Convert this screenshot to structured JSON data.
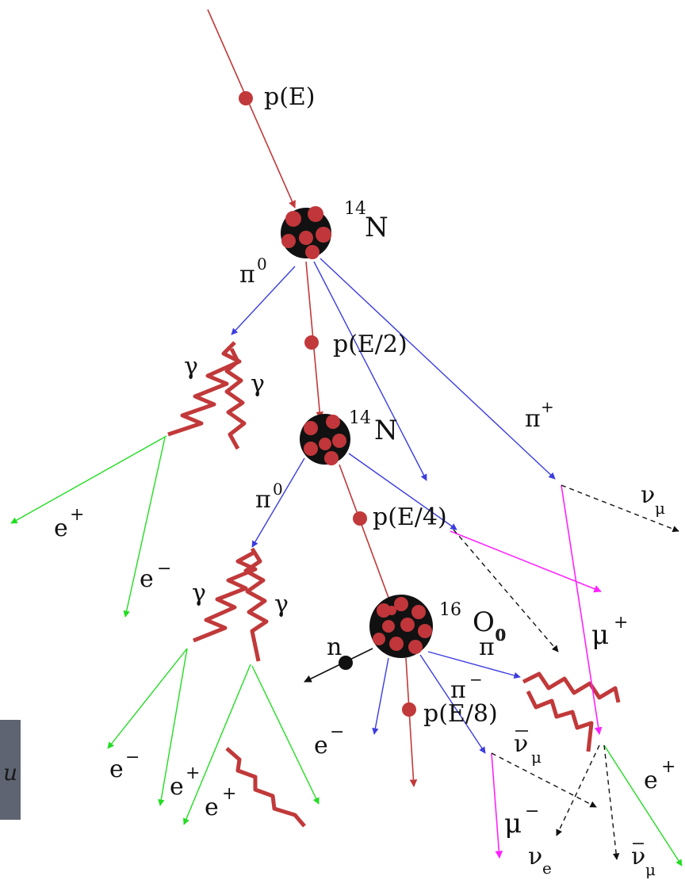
{
  "colors": {
    "proton": "#c1393a",
    "pion": "#3c3ce0",
    "electron": "#22dd22",
    "muon": "#ff22ff",
    "neutrino": "#111111",
    "nucleus": "#c0363a",
    "side_tab": "#5e6471"
  },
  "labels": {
    "p_E": "p(E)",
    "n14_top_mass": "14",
    "n14_top_sym": "N",
    "pi0_1": "π",
    "pi0_1_sup": "0",
    "p_E2": "p(E/2)",
    "gamma_1a": "γ",
    "gamma_1b": "γ",
    "n14_mid_mass": "14",
    "n14_mid_sym": "N",
    "pi_plus_1": "π",
    "pi_plus_1_sup": "+",
    "e_plus_1": "e",
    "e_plus_1_sup": "+",
    "pi0_2": "π",
    "pi0_2_sup": "0",
    "p_E4": "p(E/4)",
    "nu_mu_1": "ν",
    "nu_mu_1_sub": "μ",
    "e_minus_1": "e",
    "e_minus_1_sup": "−",
    "gamma_2a": "γ",
    "gamma_2b": "γ",
    "o16_mass": "16",
    "o16_sym": "O",
    "o16_sub": "0",
    "mu_plus": "μ",
    "mu_plus_sup": "+",
    "n_label": "n",
    "pi0_3": "π",
    "pi0_3_sup": "0",
    "pi_minus": "π",
    "pi_minus_sup": "−",
    "p_E8": "p(E/8)",
    "nu_bar_mu": "ν",
    "nu_bar_mu_sub": "μ",
    "e_minus_2": "e",
    "e_minus_2_sup": "−",
    "e_minus_3": "e",
    "e_minus_3_sup": "−",
    "e_plus_2": "e",
    "e_plus_2_sup": "+",
    "e_plus_3": "e",
    "e_plus_3_sup": "+",
    "e_plus_4": "e",
    "e_plus_4_sup": "+",
    "mu_minus": "μ",
    "mu_minus_sup": "−",
    "nu_e": "ν",
    "nu_e_sub": "e",
    "nu_mu_2": "ν",
    "nu_mu_2_sub": "μ"
  },
  "side_tab": {
    "text": "u"
  }
}
